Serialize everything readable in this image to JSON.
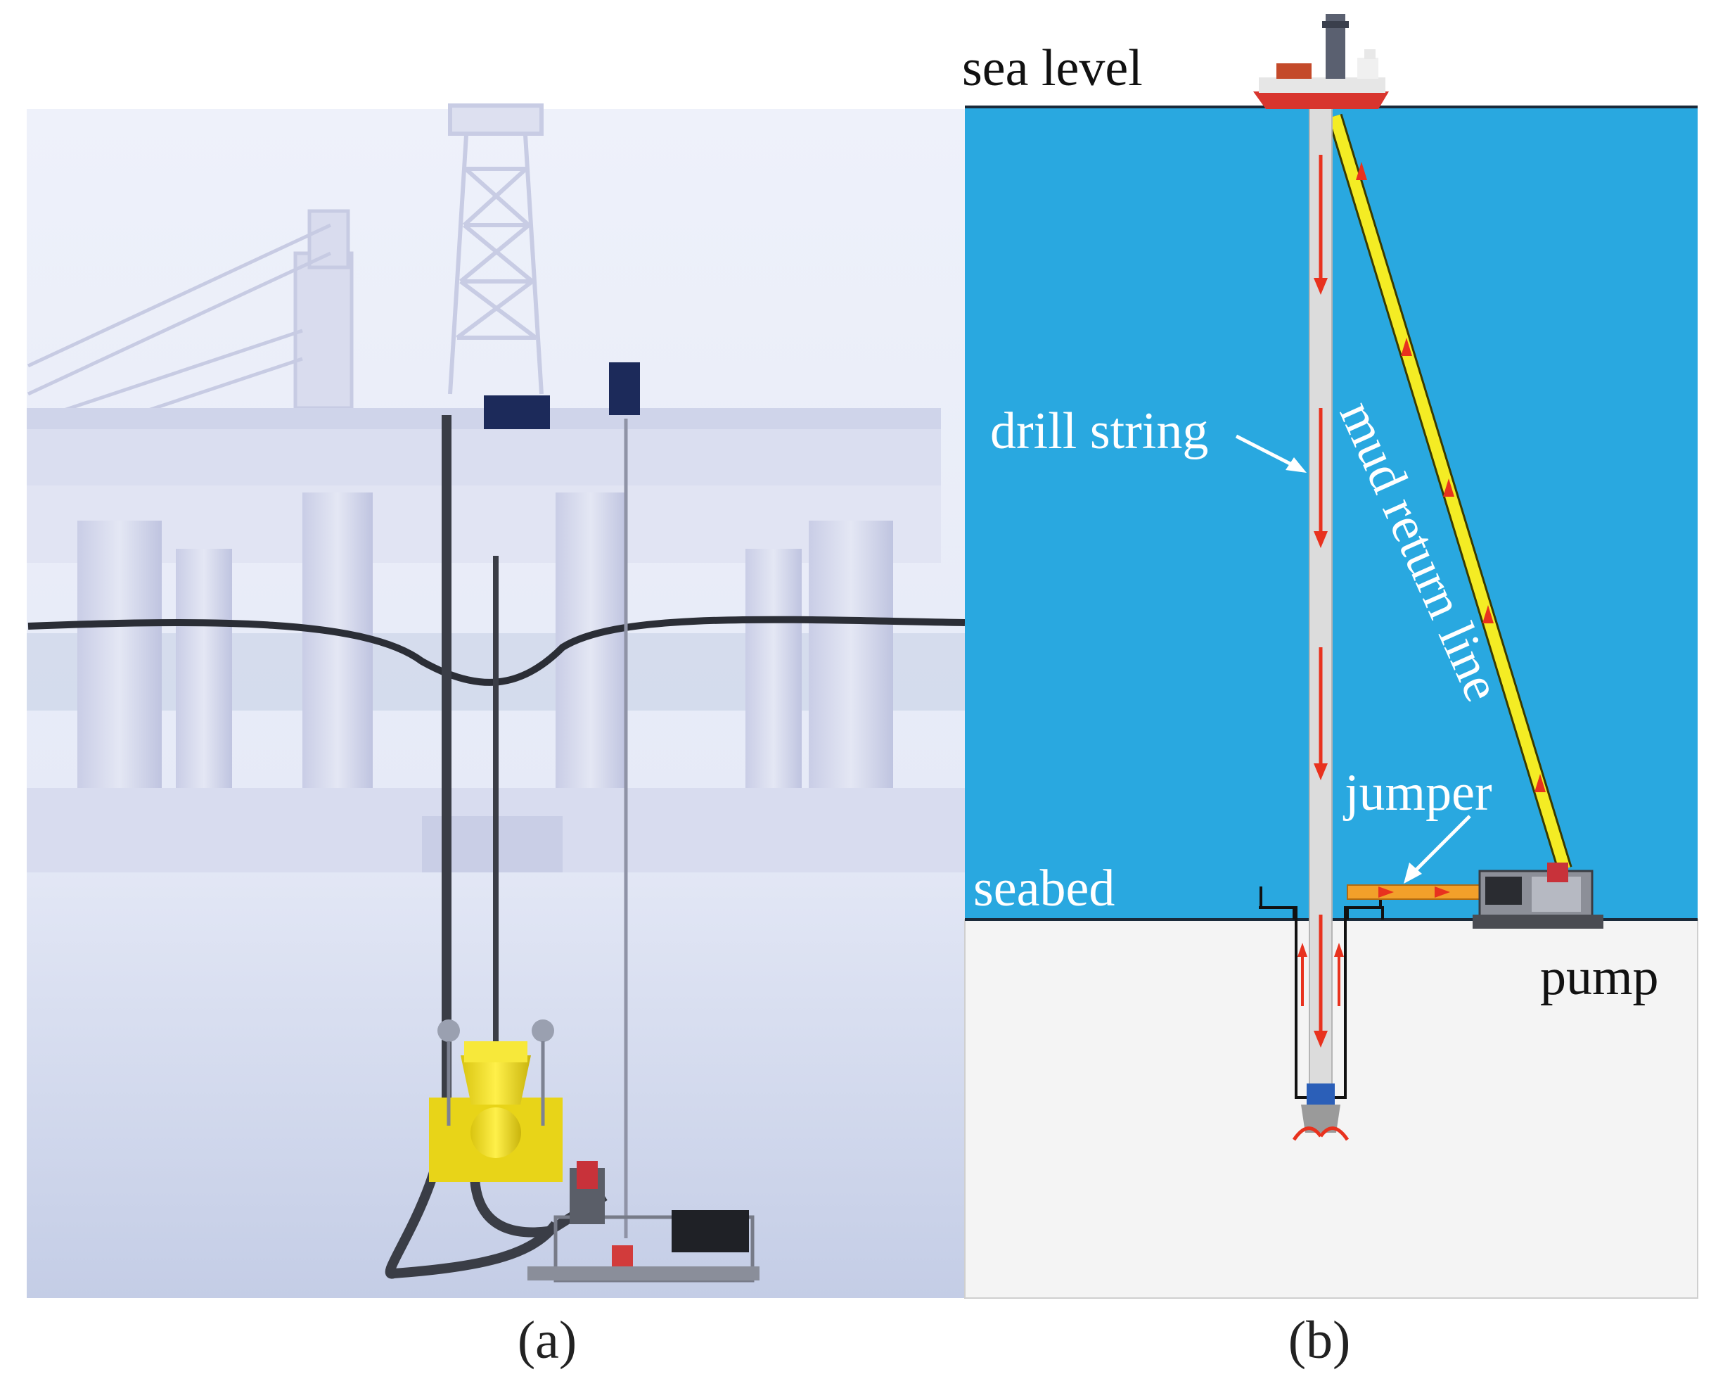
{
  "panels": {
    "a": {
      "caption": "(a)"
    },
    "b": {
      "caption": "(b)",
      "labels": {
        "sea_level": "sea level",
        "drill_string": "drill string",
        "mud_return_line": "mud return line",
        "jumper": "jumper",
        "seabed": "seabed",
        "pump": "pump"
      }
    }
  },
  "colors": {
    "sea": "#29a8e0",
    "ground": "#f4f4f4",
    "mud_line": "#f4ec24",
    "jumper": "#f2a02a",
    "flow_arrow": "#e8321e",
    "drill_string": "#dcdcdc",
    "rig_structure": "#d6daf0",
    "sky": "#e8ecf8",
    "subsea_equipment": "#f2e21c"
  }
}
